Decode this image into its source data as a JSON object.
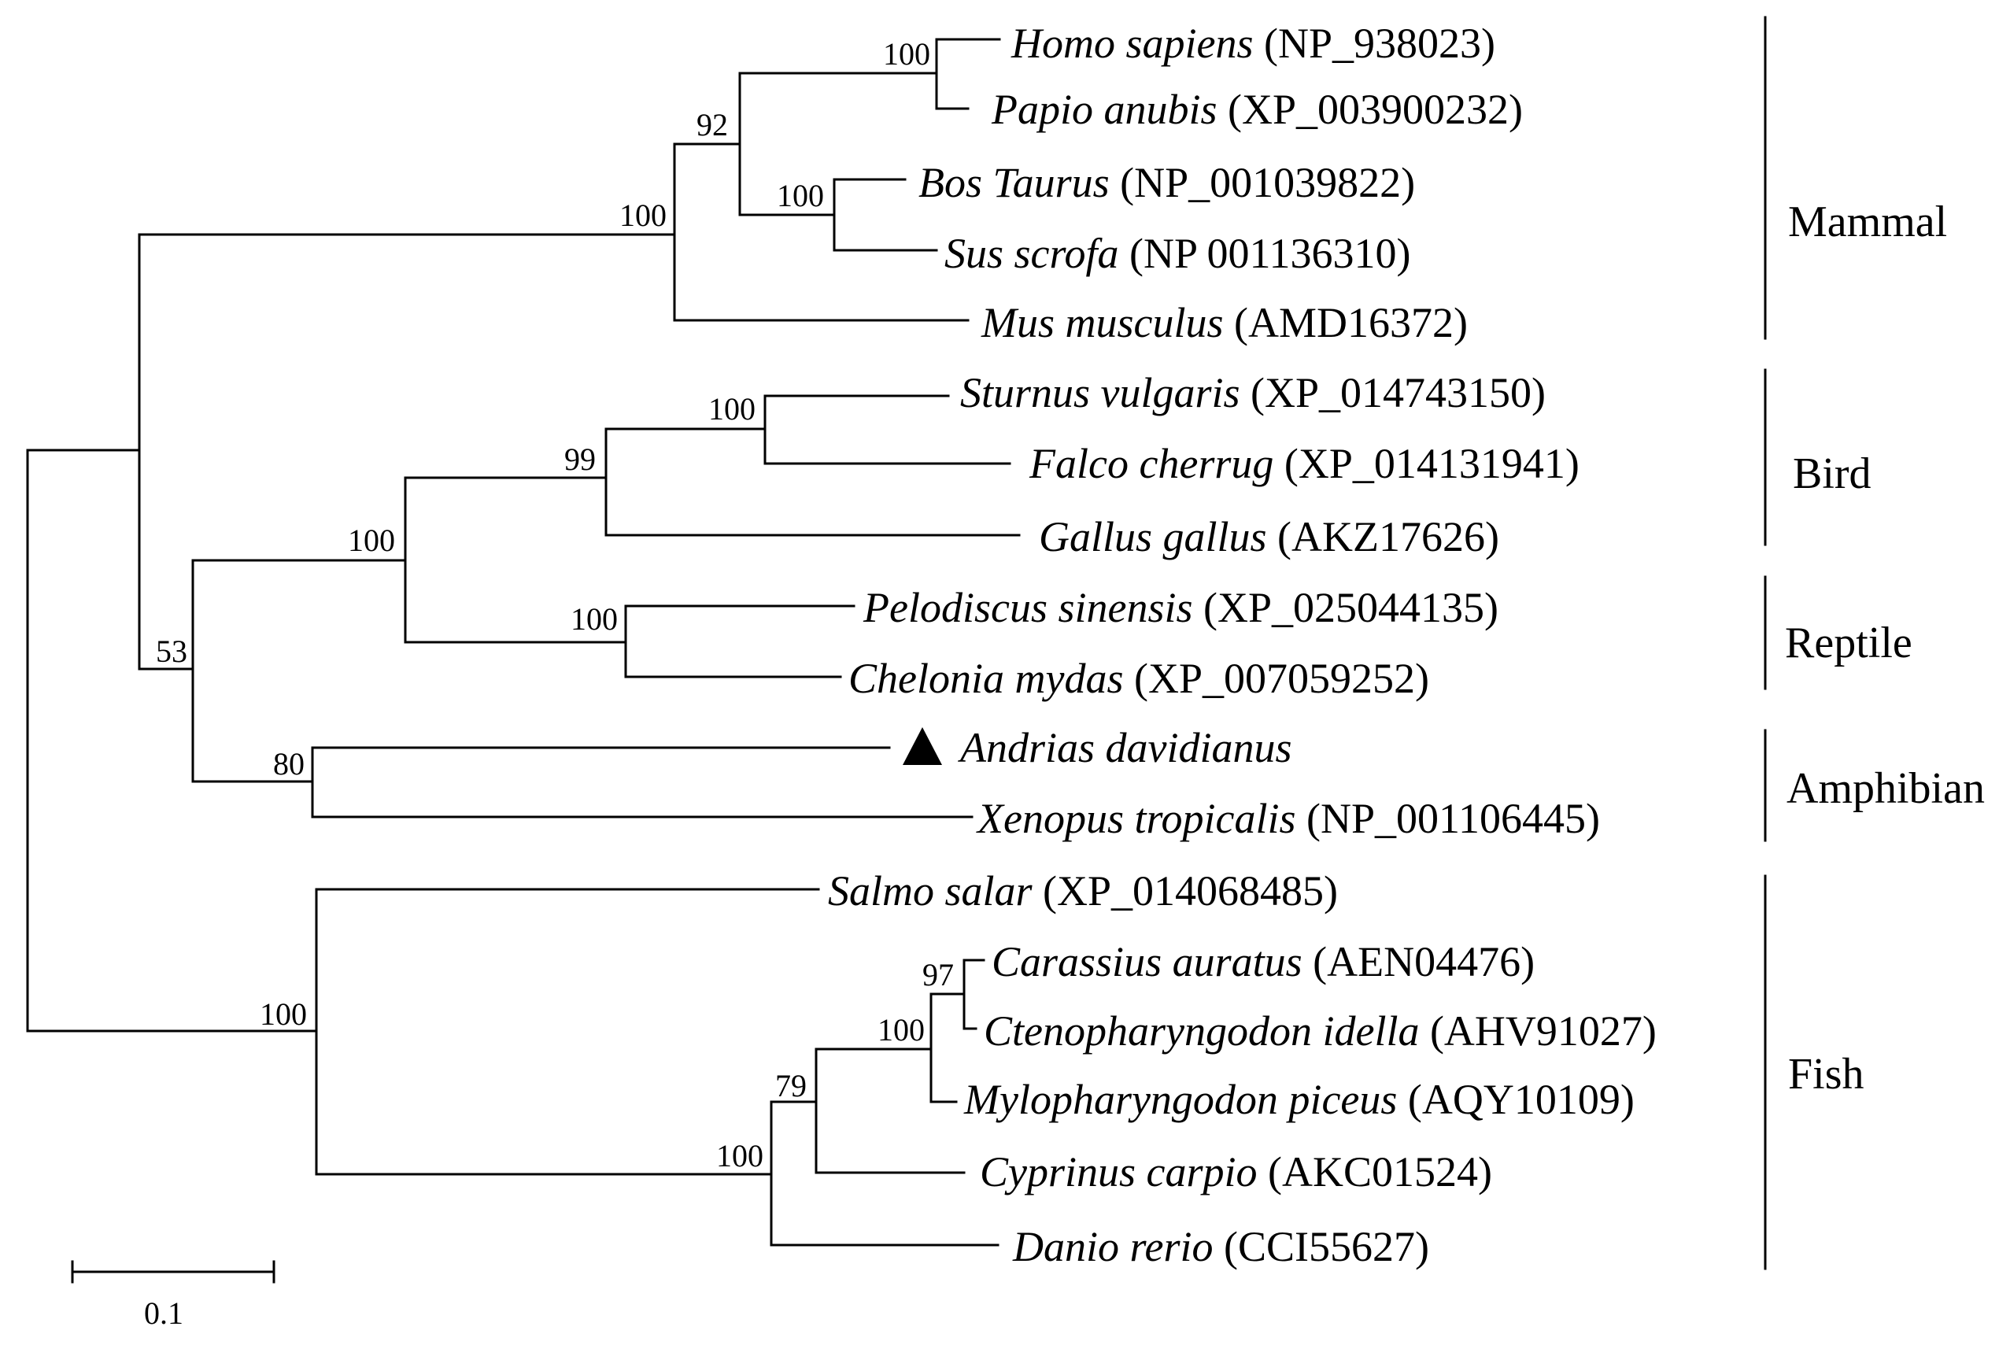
{
  "leaves": [
    {
      "species": "Homo sapiens",
      "accession": " (NP_938023)"
    },
    {
      "species": "Papio anubis",
      "accession": " (XP_003900232)"
    },
    {
      "species": "Bos Taurus",
      "accession": " (NP_001039822)"
    },
    {
      "species": "Sus scrofa",
      "accession": " (NP  001136310)"
    },
    {
      "species": "Mus musculus",
      "accession": " (AMD16372)"
    },
    {
      "species": "Sturnus vulgaris",
      "accession": " (XP_014743150)"
    },
    {
      "species": "Falco cherrug",
      "accession": " (XP_014131941)"
    },
    {
      "species": "Gallus gallus",
      "accession": " (AKZ17626)"
    },
    {
      "species": "Pelodiscus sinensis",
      "accession": " (XP_025044135)"
    },
    {
      "species": "Chelonia mydas",
      "accession": " (XP_007059252)"
    },
    {
      "species": "Andrias davidianus",
      "accession": "",
      "marker": "triangle-icon"
    },
    {
      "species": "Xenopus tropicalis",
      "accession": " (NP_001106445)"
    },
    {
      "species": "Salmo salar",
      "accession": " (XP_014068485)"
    },
    {
      "species": "Carassius auratus",
      "accession": " (AEN04476)"
    },
    {
      "species": "Ctenopharyngodon idella",
      "accession": " (AHV91027)"
    },
    {
      "species": "Mylopharyngodon piceus",
      "accession": " (AQY10109)"
    },
    {
      "species": "Cyprinus carpio",
      "accession": " (AKC01524)"
    },
    {
      "species": "Danio rerio",
      "accession": " (CCI55627)"
    }
  ],
  "bootstrap": [
    "100",
    "92",
    "100",
    "100",
    "100",
    "99",
    "100",
    "100",
    "53",
    "80",
    "97",
    "100",
    "79",
    "100",
    "100"
  ],
  "groups": [
    "Mammal",
    "Bird",
    "Reptile",
    "Amphibian",
    "Fish"
  ],
  "scale_bar": {
    "label": "0.1"
  }
}
